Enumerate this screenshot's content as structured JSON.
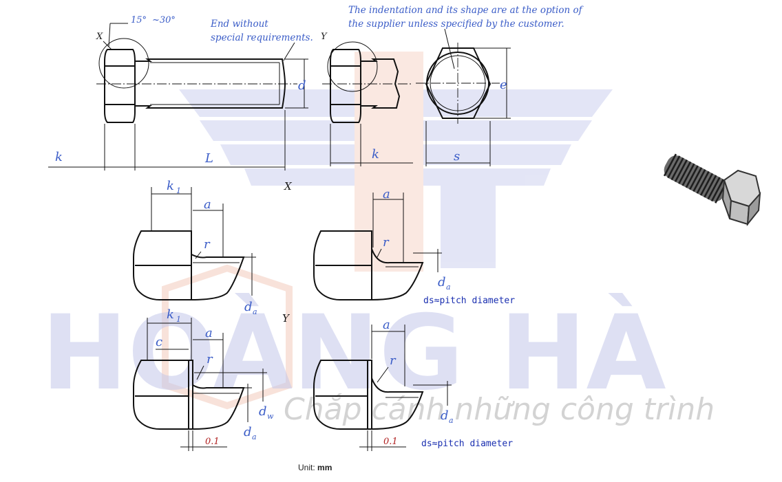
{
  "watermark": {
    "brand": "HOÀNG HÀ",
    "tagline": "Chắp cánh những công trình"
  },
  "notes": {
    "end": [
      "End without",
      "special requirements."
    ],
    "indentation": [
      "The indentation and its shape are at the option of",
      "the supplier unless specified by the customer."
    ],
    "pitch_1": "ds≈pitch diameter",
    "pitch_2": "ds≈pitch diameter"
  },
  "dimensions": {
    "angle_1": "15°",
    "angle_2": "~30°",
    "k": "k",
    "L": "L",
    "d": "d",
    "e": "e",
    "s": "s",
    "k1": "k",
    "k1_sub": "1",
    "a": "a",
    "r": "r",
    "c": "c",
    "da": "d",
    "da_sub": "a",
    "dw": "d",
    "dw_sub": "w",
    "tol": "0.1"
  },
  "views": {
    "X": "X",
    "Y": "Y"
  },
  "unit": {
    "prefix": "Unit:",
    "value": "mm"
  }
}
